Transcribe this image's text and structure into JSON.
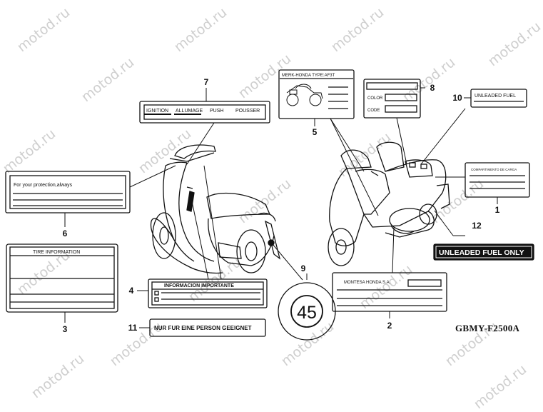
{
  "watermark": "motod.ru",
  "diagram_code": "GBMY-F2500A",
  "labels": {
    "l7": {
      "number": "7",
      "words": [
        "IGNITION",
        "ALLUMAGE",
        "PUSH",
        "POUSSER"
      ]
    },
    "l5": {
      "number": "5",
      "header": "MERK-HONDA TYPE:AF3T"
    },
    "l8": {
      "number": "8",
      "color": "COLOR",
      "code": "CODE"
    },
    "l10": {
      "number": "10",
      "text": "UNLEADED FUEL"
    },
    "l6": {
      "number": "6",
      "text": "For your protection,always"
    },
    "l1": {
      "number": "1",
      "text": "COMPARTIMENTO DE CARGA"
    },
    "l12": {
      "number": "12",
      "text": "UNLEADED FUEL ONLY"
    },
    "l3": {
      "number": "3",
      "text": "TIRE INFORMATION"
    },
    "l4": {
      "number": "4",
      "text": "INFORMACION IMPORTANTE"
    },
    "l9": {
      "number": "9",
      "text": "45"
    },
    "l2": {
      "number": "2",
      "text": "MONTESA HONDA S.A."
    },
    "l11": {
      "number": "11",
      "text": "NUR FUR EINE PERSON GEEIGNET"
    }
  }
}
